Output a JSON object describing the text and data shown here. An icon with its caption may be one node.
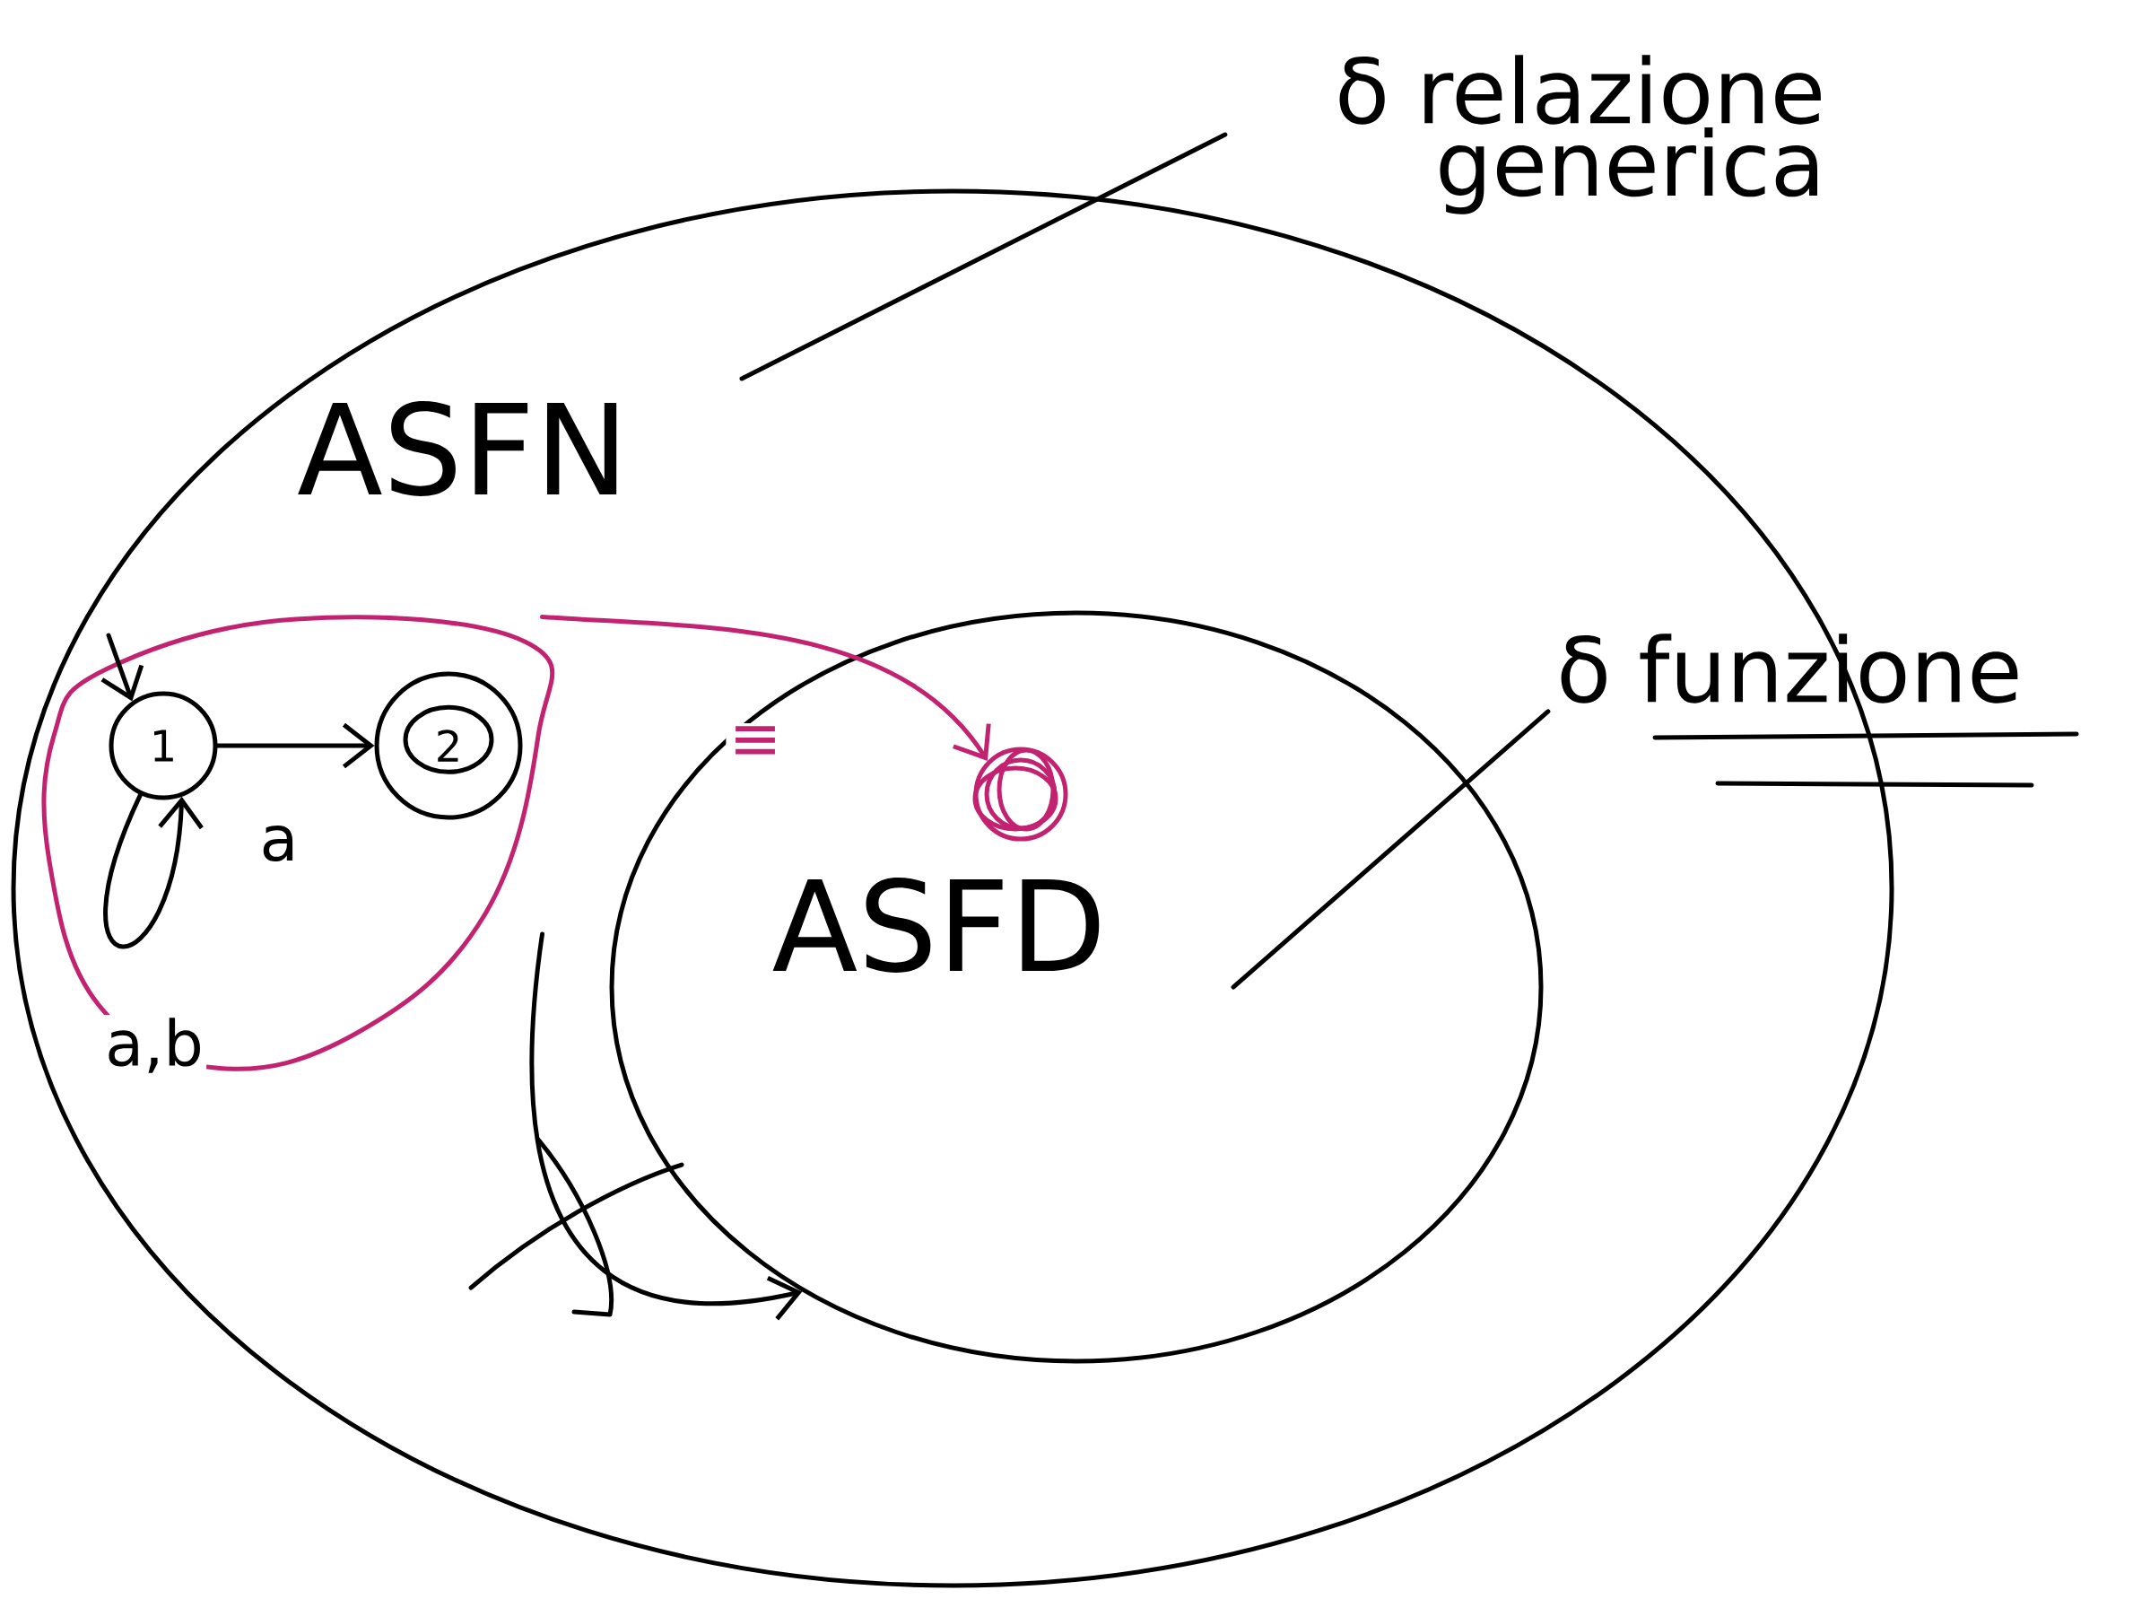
{
  "diagram": {
    "nodes": [
      {
        "text": [
          "ASFN"
        ]
      },
      {
        "text": [
          "ASFD"
        ],
        "in": 0
      },
      {
        "text": [],
        "shape": "circle",
        "in": 0
      },
      {
        "text": [
          "1"
        ],
        "in": 2
      },
      {
        "text": [
          "2"
        ],
        "in": 2
      },
      {
        "text": [],
        "shape": "circle",
        "in": 1
      },
      {
        "text": [
          "δ relazione generica"
        ]
      },
      {
        "text": [
          "δ funzione"
        ]
      }
    ],
    "edges": [
      {
        "from": null,
        "to": 3,
        "arrow": "to"
      },
      {
        "from": 3,
        "to": 3,
        "arrow": "to",
        "label": "a,b"
      },
      {
        "from": 3,
        "to": 4,
        "arrow": "to",
        "label": "a"
      },
      {
        "from": 2,
        "to": 5,
        "arrow": "to",
        "label": "≡",
        "color": "#c2226f"
      },
      {
        "from": 2,
        "to": 1,
        "arrow": "to"
      },
      {
        "from": 6,
        "to": 0,
        "arrow": "none"
      },
      {
        "from": 7,
        "to": 1,
        "arrow": "none"
      }
    ]
  }
}
